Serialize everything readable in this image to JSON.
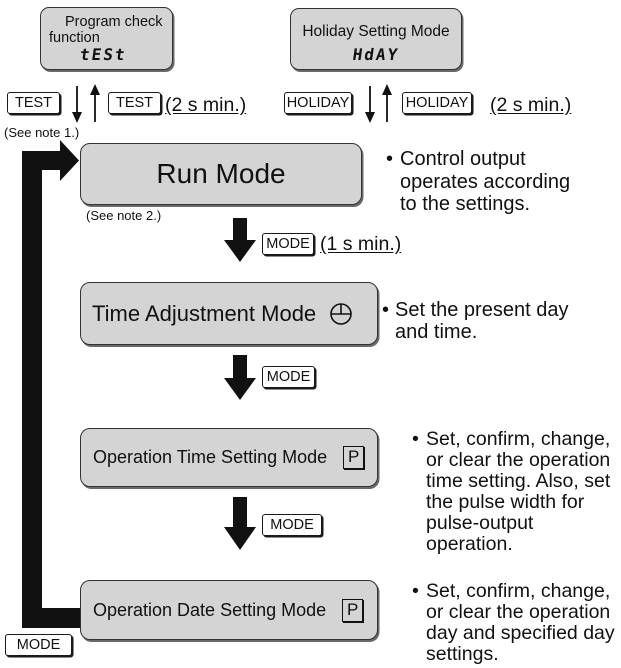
{
  "colors": {
    "mode_box_fill": "#d4d4d4",
    "ink": "#111111"
  },
  "program_check": {
    "title_line_1": "Program check",
    "title_line_2": "function",
    "display": "tESt"
  },
  "holiday_mode": {
    "title": "Holiday Setting Mode",
    "display": "HdAY"
  },
  "test_keys": {
    "down_key": "TEST",
    "up_key": "TEST",
    "up_hold": "(2 s min.)"
  },
  "holiday_keys": {
    "down_key": "HOLIDAY",
    "up_key": "HOLIDAY",
    "up_hold": "(2 s min.)"
  },
  "notes": {
    "note_1": "(See note 1.)",
    "note_2": "(See note 2.)"
  },
  "modes": {
    "run": {
      "label": "Run Mode",
      "bullet": "•",
      "description": [
        "Control output",
        "operates according",
        "to the settings."
      ]
    },
    "time_adjustment": {
      "label": "Time Adjustment Mode",
      "icon": "clock-icon",
      "bullet": "•",
      "description": [
        "Set the present day",
        "and time."
      ]
    },
    "operation_time": {
      "label": "Operation Time Setting Mode",
      "icon": "p-key-icon",
      "icon_text": "P",
      "bullet": "•",
      "description": [
        "Set, confirm, change,",
        "or clear the operation",
        "time setting. Also, set",
        "the pulse width for",
        "pulse-output",
        "operation."
      ]
    },
    "operation_date": {
      "label": "Operation Date Setting Mode",
      "icon": "p-key-icon",
      "icon_text": "P",
      "bullet": "•",
      "description": [
        "Set, confirm, change,",
        "or clear the operation",
        "day and specified day",
        "settings."
      ]
    }
  },
  "transitions": {
    "run_to_time_adjustment": {
      "key": "MODE",
      "hold": "(1 s min.)"
    },
    "time_adjustment_to_operation_time": {
      "key": "MODE"
    },
    "operation_time_to_operation_date": {
      "key": "MODE"
    },
    "operation_date_to_run": {
      "key": "MODE"
    }
  }
}
